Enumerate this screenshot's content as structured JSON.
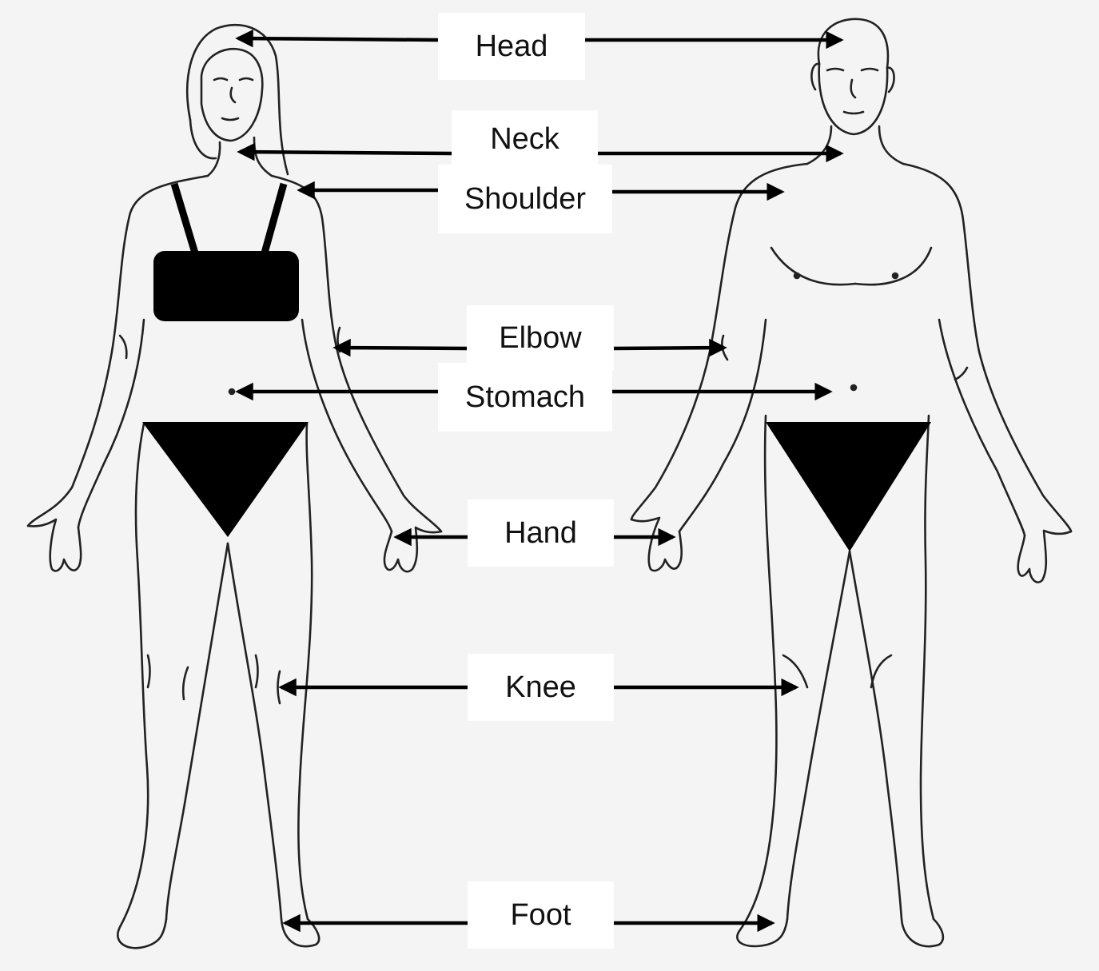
{
  "labels": {
    "head": "Head",
    "neck": "Neck",
    "shoulder": "Shoulder",
    "elbow": "Elbow",
    "stomach": "Stomach",
    "hand": "Hand",
    "knee": "Knee",
    "foot": "Foot"
  },
  "colors": {
    "background": "#f4f4f4",
    "line": "#111111",
    "label_box": "#ffffff"
  }
}
